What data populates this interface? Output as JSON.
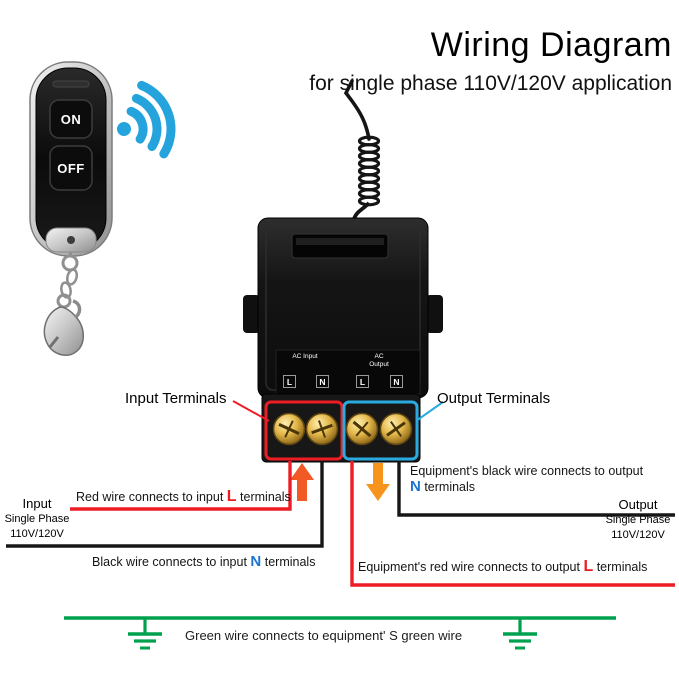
{
  "header": {
    "title": "Wiring Diagram",
    "subtitle": "for single phase 110V/120V application"
  },
  "remote": {
    "on_label": "ON",
    "off_label": "OFF"
  },
  "relay": {
    "input_group_label": "AC Input",
    "output_group_label": "AC Output",
    "l_label": "L",
    "n_label": "N"
  },
  "terminals": {
    "input_label": "Input Terminals",
    "output_label": "Output Terminals"
  },
  "notes": {
    "red_input": {
      "prefix": "Red wire connects to input ",
      "letter": "L",
      "suffix": " terminals"
    },
    "black_input": {
      "prefix": "Black wire connects to input ",
      "letter": "N",
      "suffix": " terminals"
    },
    "black_output": {
      "line1": "Equipment's black wire connects to output",
      "letter": "N",
      "suffix": " terminals"
    },
    "red_output": {
      "prefix": "Equipment's red wire connects to output ",
      "letter": "L",
      "suffix": " terminals"
    },
    "green": "Green wire connects to equipment' S green wire"
  },
  "source": {
    "line1": "Input",
    "line2": "Single Phase",
    "line3": "110V/120V"
  },
  "load": {
    "line1": "Output",
    "line2": "Single Phase",
    "line3": "110V/120V"
  },
  "colors": {
    "red": "#ec1c24",
    "blue": "#1b75d0",
    "highlight_blue": "#29abe2",
    "green": "#00a14e",
    "orange_up": "#f15a24",
    "orange_down": "#f7941d",
    "wifi_blue": "#24a3dd",
    "brass": "#d9a92f"
  }
}
